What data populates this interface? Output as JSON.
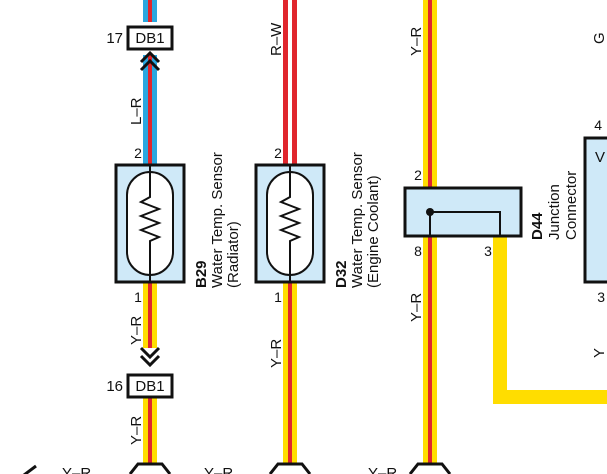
{
  "wire_colors": {
    "red": "#e0262d",
    "yellow": "#ffdd00",
    "blue": "#2aa7df",
    "white": "#ffffff",
    "black": "#111111"
  },
  "component_fill": "#cfe9f8",
  "connectors": {
    "db1_top": {
      "pin": "17",
      "label": "DB1"
    },
    "db1_bottom": {
      "pin": "16",
      "label": "DB1"
    }
  },
  "components": {
    "b29": {
      "code": "B29",
      "name_line1": "Water Temp. Sensor",
      "name_line2": "(Radiator)",
      "pin_top": "2",
      "pin_bottom": "1"
    },
    "d32": {
      "code": "D32",
      "name_line1": "Water Temp. Sensor",
      "name_line2": "(Engine Coolant)",
      "pin_top": "2",
      "pin_bottom": "1"
    },
    "d44": {
      "code": "D44",
      "name_line1": "Junction",
      "name_line2": "Connector",
      "pin_top": "2",
      "pin_bottom_left": "8",
      "pin_bottom_right": "3"
    }
  },
  "wire_labels": {
    "b29_upper": "L–R",
    "b29_lower": "Y–R",
    "b29_below_db1": "Y–R",
    "b29_bottom_edge": "Y–R",
    "d32_upper": "R–W",
    "d32_lower": "Y–R",
    "d32_bottom_edge": "Y–R",
    "d44_upper": "Y–R",
    "d44_lower": "Y–R",
    "d44_bottom_edge": "Y–R"
  },
  "right_edge": {
    "top_letter": "G",
    "pin_4": "4",
    "pin_3": "3",
    "partial_label": "V",
    "bottom_letter": "Y"
  }
}
